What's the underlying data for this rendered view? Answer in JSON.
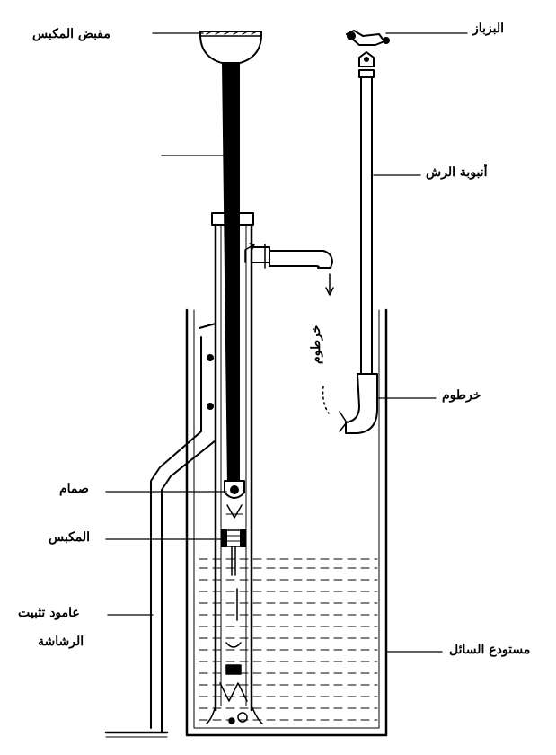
{
  "labels": {
    "handle": "مقبض المكبس",
    "nozzle": "البزباز",
    "spray_tube": "أنبوبة الرش",
    "hose_right": "خرطوم",
    "hose_vertical": "خرطوم",
    "valve": "صمام",
    "piston": "المكبس",
    "rod_line1": "عامود تثبيت",
    "rod_line2": "الرشاشة",
    "tank": "مستودع السائل"
  },
  "colors": {
    "ink": "#000000",
    "paper": "#ffffff",
    "hatch": "#555555"
  }
}
